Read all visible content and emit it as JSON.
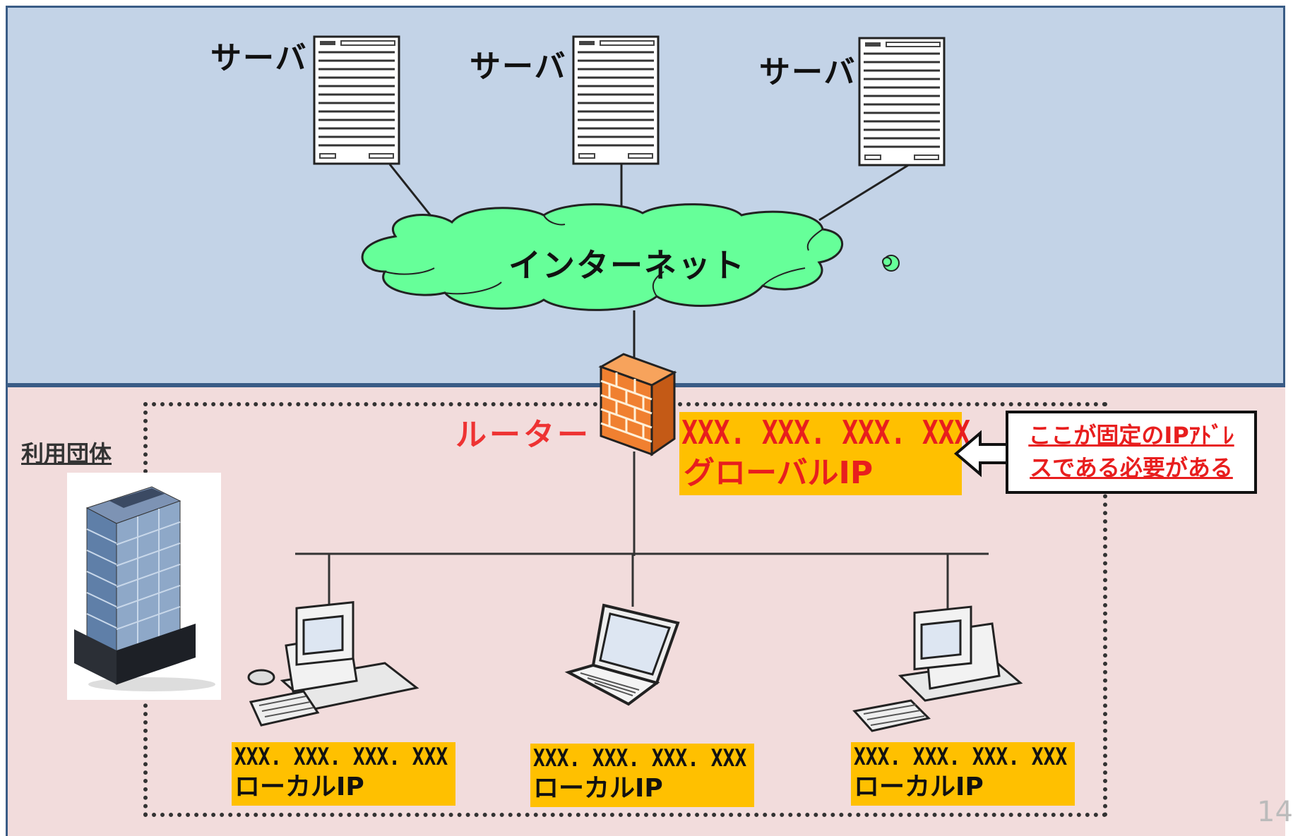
{
  "internet": {
    "server_label": "サーバ",
    "cloud_label": "インターネット"
  },
  "organization": {
    "label": "利用団体"
  },
  "router": {
    "label": "ルーター",
    "ip": "XXX. XXX. XXX. XXX",
    "ip_type": "グローバルIP"
  },
  "callout": {
    "line1": "ここが固定のIPｱﾄﾞﾚ",
    "line2": "スである必要がある"
  },
  "clients": [
    {
      "ip": "XXX. XXX. XXX. XXX",
      "ip_type": "ローカルIP"
    },
    {
      "ip": "XXX. XXX. XXX. XXX",
      "ip_type": "ローカルIP"
    },
    {
      "ip": "XXX. XXX. XXX. XXX",
      "ip_type": "ローカルIP"
    }
  ],
  "page_number": "14",
  "colors": {
    "internet_bg": "#c3d3e7",
    "org_bg": "#f2dcdc",
    "cloud": "#66ff99",
    "ip_highlight": "#ffc000",
    "accent_red": "#e81e1e"
  }
}
